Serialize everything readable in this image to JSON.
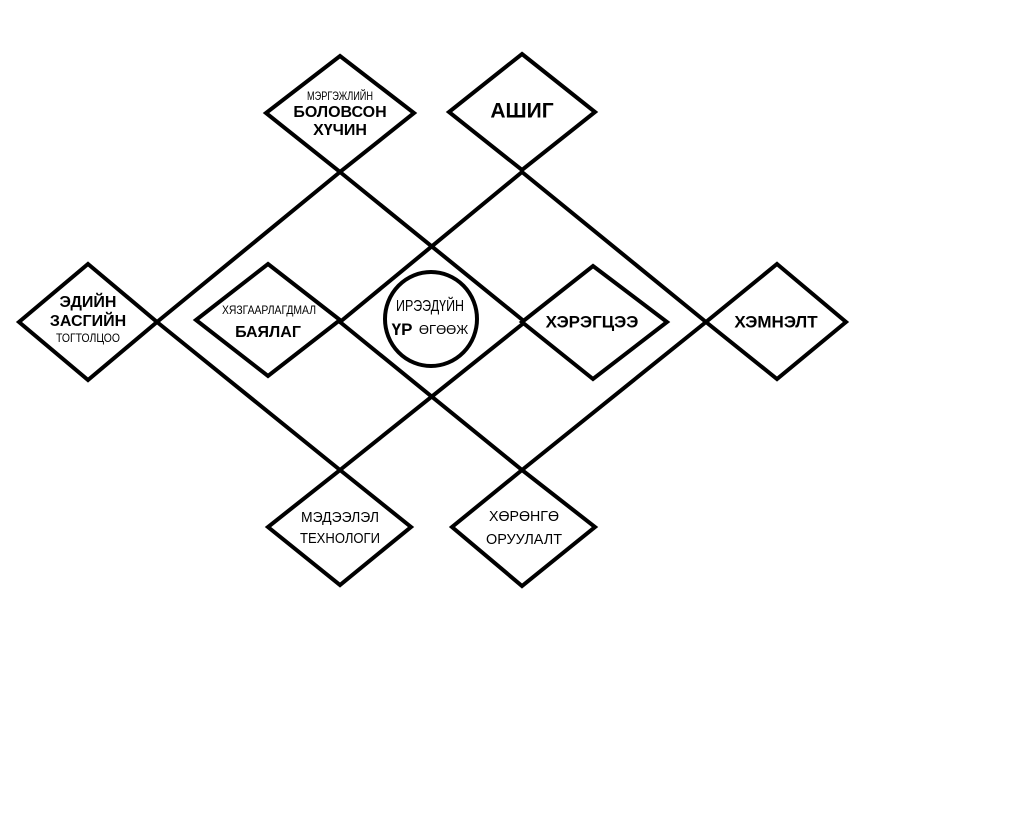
{
  "diagram": {
    "colors": {
      "stroke": "#000000",
      "fill": "#ffffff",
      "text": "#000000"
    },
    "nodes": {
      "workforce": {
        "line1": "МЭРГЭЖЛИЙН",
        "line2": "БОЛОВСОН",
        "line3": "ХҮЧИН"
      },
      "profit": {
        "line1": "АШИГ"
      },
      "economic_system": {
        "line1": "ЭДИЙН",
        "line2": "ЗАСГИЙН",
        "line3": "ТОГТОЛЦОО"
      },
      "limited_resources": {
        "line1": "ХЯЗГААРЛАГДМАЛ",
        "line2": "БАЯЛАГ"
      },
      "future_value": {
        "line1": "ИРЭЭДҮЙН",
        "line2_bold": "ҮР",
        "line2_rest": "ӨГӨӨЖ"
      },
      "consumption": {
        "line1": "ХЭРЭГЦЭЭ"
      },
      "saving": {
        "line1": "ХЭМНЭЛТ"
      },
      "it": {
        "line1": "МЭДЭЭЛЭЛ",
        "line2": "ТЕХНОЛОГИ"
      },
      "investment": {
        "line1": "ХӨРӨНГӨ",
        "line2": "ОРУУЛАЛТ"
      }
    }
  }
}
